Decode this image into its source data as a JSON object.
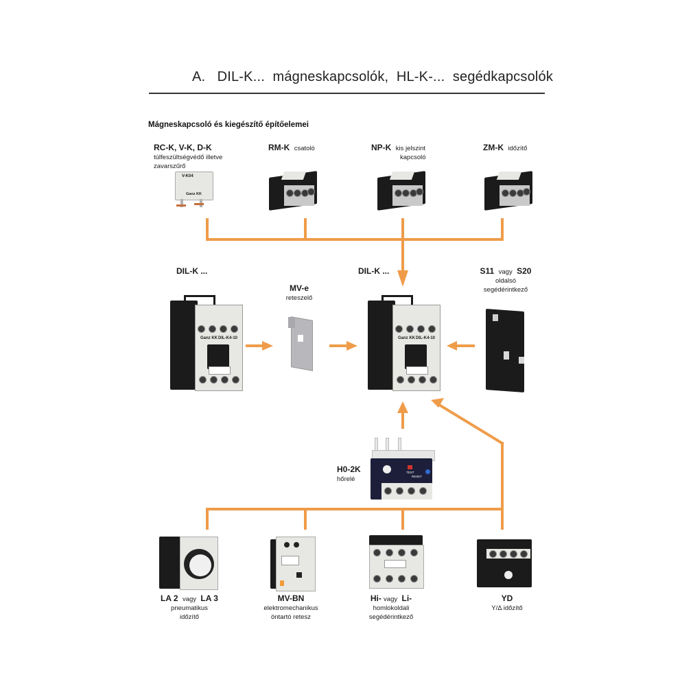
{
  "header": {
    "title": "A.   DIL-K...  mágneskapcsolók,  HL-K-...  segédkapcsolók",
    "subtitle": "Mágneskapcsoló és kiegészítő építőelemei"
  },
  "colors": {
    "connector": "#ef9c4a",
    "text": "#1a1a1a",
    "rule": "#333333"
  },
  "top_row": [
    {
      "code": "RC-K, V-K, D-K",
      "desc_line1": "túlfeszültségvédő illetve",
      "desc_line2": "zavarszűrő",
      "icon": "surge-suppressor-module",
      "print": "V-K04",
      "brand": "Ganz KK"
    },
    {
      "code": "RM-K",
      "desc": "csatoló",
      "icon": "coupling-module"
    },
    {
      "code": "NP-K",
      "desc_line1": "kis jelszint",
      "desc_line2": "kapcsoló",
      "icon": "low-signal-switch-module"
    },
    {
      "code": "ZM-K",
      "desc": "időzítő",
      "icon": "timer-module"
    }
  ],
  "middle_row": {
    "left_contactor": {
      "code": "DIL-K ...",
      "brand": "Ganz KK",
      "model": "DIL-K4-10",
      "icon": "contactor"
    },
    "interlock": {
      "code": "MV-e",
      "desc": "reteszelő",
      "icon": "mechanical-interlock"
    },
    "center_contactor": {
      "code": "DIL-K ...",
      "brand": "Ganz KK",
      "model": "DIL-K4-10",
      "icon": "contactor"
    },
    "side_aux": {
      "code_a": "S11",
      "joiner": "vagy",
      "code_b": "S20",
      "desc_line1": "oldalsó",
      "desc_line2": "segédérintkező",
      "icon": "side-auxiliary-contact"
    }
  },
  "relay": {
    "code": "H0-2K",
    "desc": "hőrelé",
    "icon": "thermal-overload-relay",
    "button": "TEST",
    "reset": "RESET"
  },
  "bottom_row": [
    {
      "code_a": "LA 2",
      "joiner": "vagy",
      "code_b": "LA 3",
      "desc_line1": "pneumatikus",
      "desc_line2": "időzítő",
      "icon": "pneumatic-timer"
    },
    {
      "code": "MV-BN",
      "desc_line1": "elektromechanikus",
      "desc_line2": "öntartó retesz",
      "icon": "electromechanical-latch"
    },
    {
      "code_a": "Hi-",
      "joiner": "vagy",
      "code_b": "Li-",
      "desc_line1": "homlokoldali",
      "desc_line2": "segédérintkező",
      "icon": "front-auxiliary-contact"
    },
    {
      "code": "YD",
      "desc": "Y/Δ  időzítő",
      "icon": "star-delta-timer"
    }
  ]
}
